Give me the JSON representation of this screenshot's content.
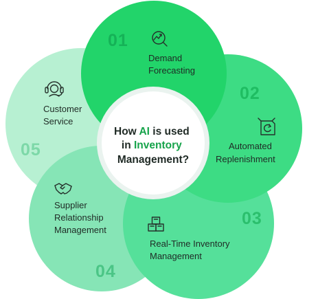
{
  "center": {
    "line1_pre": "How ",
    "line1_hl": "AI",
    "line1_post": " is used",
    "line2_pre": "in ",
    "line2_hl": "Inventory",
    "line3": "Management?"
  },
  "segments": [
    {
      "number": "01",
      "lines": [
        "Demand",
        "Forecasting"
      ],
      "icon": "trend-magnifier-icon",
      "color": "#22d46a",
      "number_color": "#15b257"
    },
    {
      "number": "02",
      "lines": [
        "Automated",
        "Replenishment"
      ],
      "icon": "refresh-box-icon",
      "color": "#3ddc84",
      "number_color": "#1fbd62"
    },
    {
      "number": "03",
      "lines": [
        "Real-Time Inventory",
        "Management"
      ],
      "icon": "stacked-boxes-icon",
      "color": "#55e09a",
      "number_color": "#2bbf6d"
    },
    {
      "number": "04",
      "lines": [
        "Supplier",
        "Relationship",
        "Management"
      ],
      "icon": "handshake-icon",
      "color": "#86e5b6",
      "number_color": "#4bc586"
    },
    {
      "number": "05",
      "lines": [
        "Customer",
        "Service"
      ],
      "icon": "headset-icon",
      "color": "#b7f0d2",
      "number_color": "#7dd8a8"
    }
  ]
}
